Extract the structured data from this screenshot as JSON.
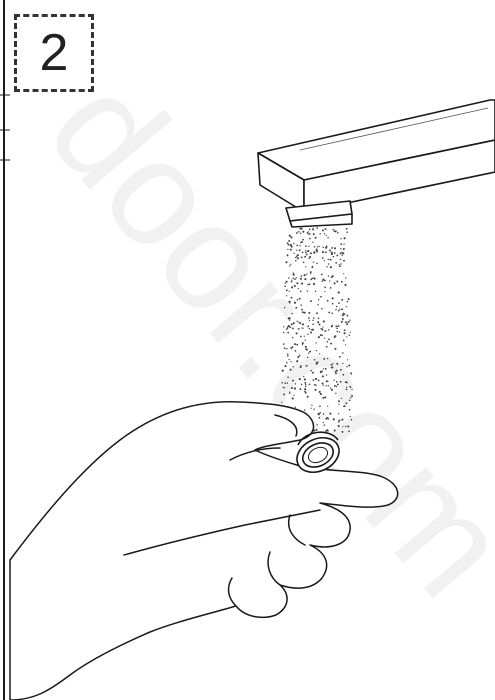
{
  "step": {
    "number": "2"
  },
  "watermark": {
    "text": "door.com"
  },
  "illustration": {
    "subject": "faucet-aerator-removal",
    "parts": [
      "faucet-spout-icon",
      "water-spray-icon",
      "aerator-icon",
      "hand-icon"
    ],
    "line_color": "#1a1a1a",
    "background_color": "#ffffff"
  }
}
